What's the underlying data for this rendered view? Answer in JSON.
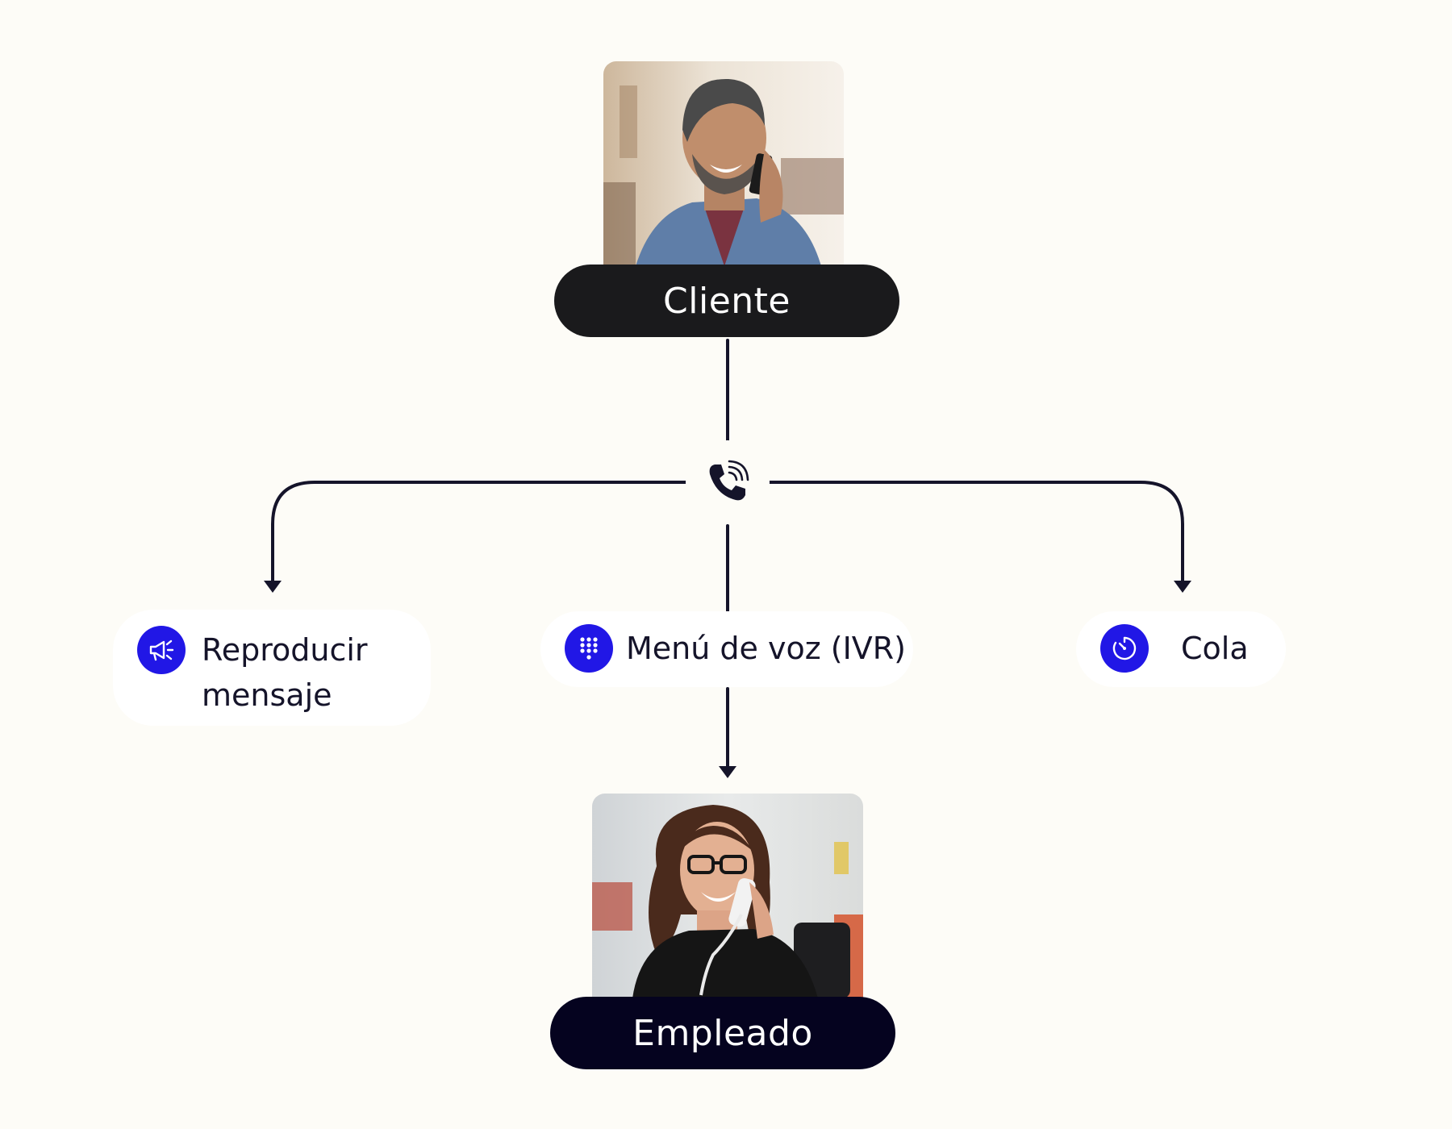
{
  "diagram": {
    "customer": {
      "label": "Cliente",
      "photo": "man-on-phone-photo"
    },
    "employee": {
      "label": "Empleado",
      "photo": "woman-on-phone-photo"
    },
    "hub": {
      "icon": "phone-ringing-icon"
    },
    "options": [
      {
        "label": "Reproducir\nmensaje",
        "icon": "megaphone-icon"
      },
      {
        "label": "Menú de voz (IVR)",
        "icon": "dialpad-icon"
      },
      {
        "label": "Cola",
        "icon": "clock-timer-icon"
      }
    ],
    "colors": {
      "accent": "#2117e6",
      "pill": "#1a1a1c",
      "background": "#fdfcf7",
      "line": "#15142a"
    }
  }
}
